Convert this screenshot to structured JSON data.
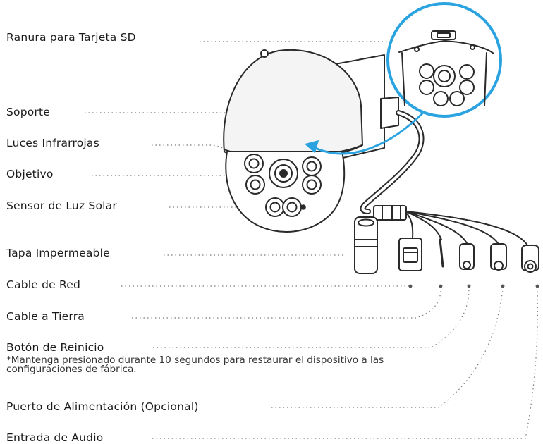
{
  "labels": {
    "sd_slot": "Ranura para Tarjeta SD",
    "mount": "Soporte",
    "ir_lights": "Luces Infrarrojas",
    "lens": "Objetivo",
    "light_sensor": "Sensor de Luz Solar",
    "waterproof_cap": "Tapa Impermeable",
    "network_cable": "Cable de Red",
    "ground_cable": "Cable a Tierra",
    "reset_button": "Botón de Reinicio",
    "reset_note": "*Mantenga presionado durante 10 segundos para restaurar el dispositivo a las configuraciones de fábrica.",
    "power_port": "Puerto de Alimentación (Opcional)",
    "audio_input": "Entrada de Audio"
  },
  "colors": {
    "outline": "#2a2a2a",
    "leader": "#7a7a7a",
    "accent": "#2aa3e0"
  }
}
